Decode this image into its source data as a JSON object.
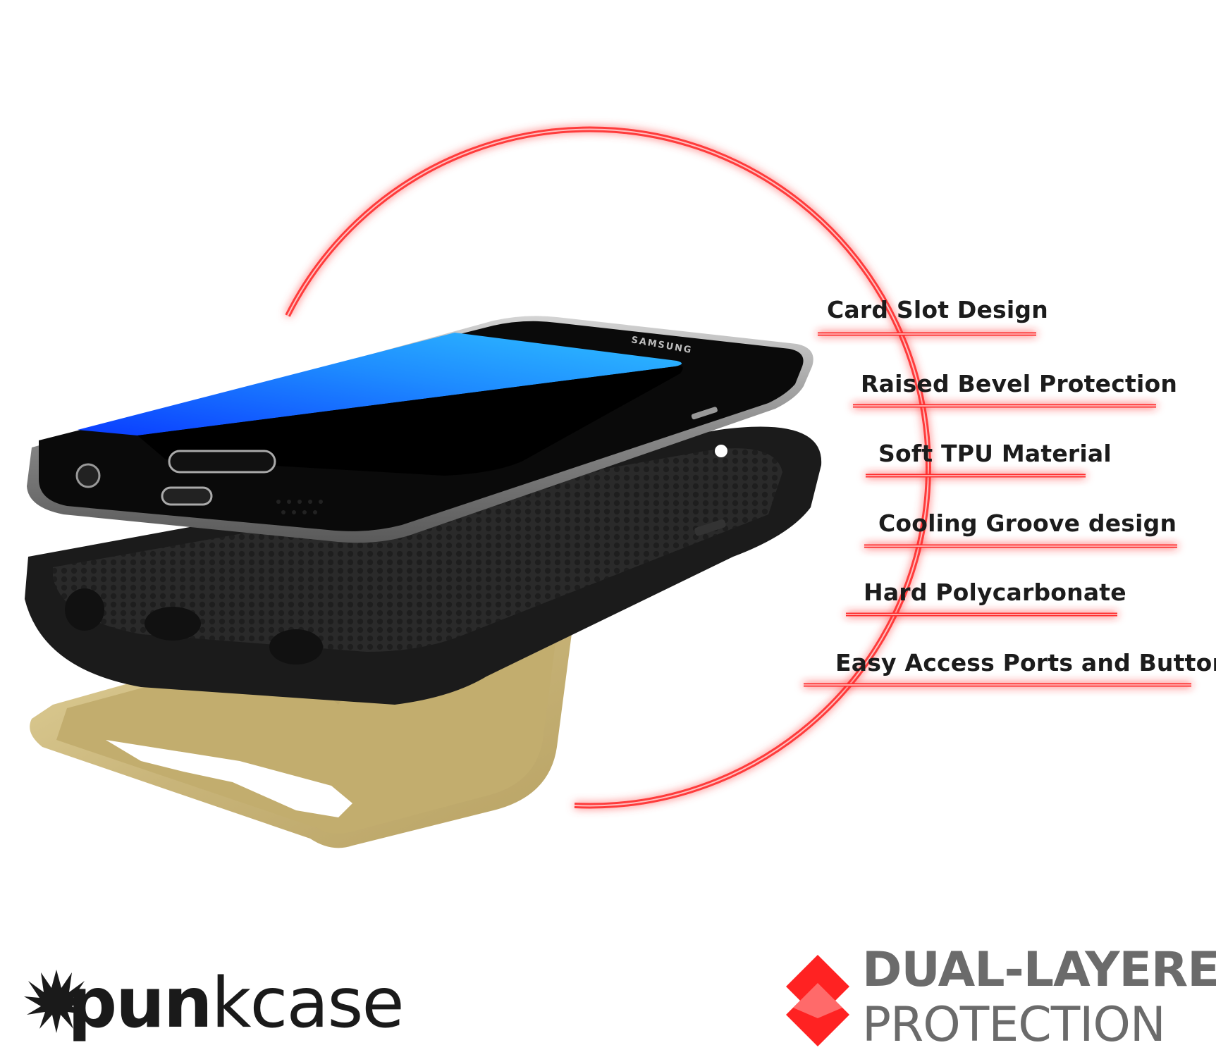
{
  "features": [
    {
      "label": "Card Slot Design"
    },
    {
      "label": "Raised Bevel Protection"
    },
    {
      "label": "Soft TPU Material"
    },
    {
      "label": "Cooling Groove design"
    },
    {
      "label": "Hard Polycarbonate"
    },
    {
      "label": "Easy Access Ports and Buttons"
    }
  ],
  "phone": {
    "brand_text": "SAMSUNG"
  },
  "brand": {
    "logo_bold": "pun",
    "logo_rest": "kcase"
  },
  "badge": {
    "line1": "DUAL-LAYERED",
    "line2": "PROTECTION"
  },
  "colors": {
    "accent_red": "#ff2a2a",
    "gold_layer": "#cdb87a",
    "tpu_layer": "#1b1b1b",
    "screen_blue": "#1e90ff",
    "badge_gray": "#6b6b6b"
  },
  "icons": [
    "spiky-burst-logo-icon",
    "red-diamond-icon"
  ]
}
